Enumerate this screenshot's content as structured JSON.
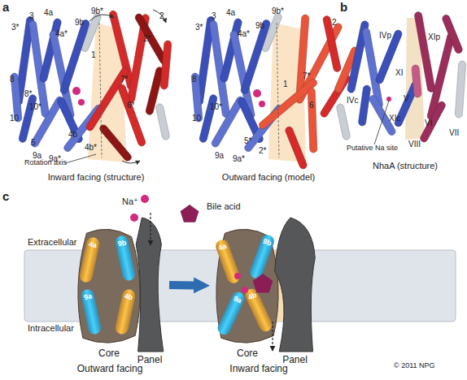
{
  "diagram": {
    "nodes": [
      {
        "text": [
          "Core"
        ]
      },
      {
        "text": [
          "4a"
        ],
        "in": 0
      },
      {
        "text": [
          "9b"
        ],
        "in": 0
      },
      {
        "text": [
          "9a"
        ],
        "in": 0
      },
      {
        "text": [
          "4b"
        ],
        "in": 0
      },
      {
        "text": [
          "Panel"
        ]
      },
      {
        "text": [
          "Core"
        ]
      },
      {
        "text": [
          "4a"
        ],
        "in": 6
      },
      {
        "text": [
          "9b"
        ],
        "in": 6
      },
      {
        "text": [
          "9a"
        ],
        "in": 6
      },
      {
        "text": [
          "4b"
        ],
        "in": 6
      },
      {
        "text": [
          "Panel"
        ]
      }
    ],
    "edges": [
      {
        "from": 5,
        "to": 6,
        "arrow": "to"
      }
    ],
    "labels": [
      "a",
      "b",
      "c",
      "3*",
      "3",
      "4a",
      "4a*",
      "9b",
      "9b*",
      "7*",
      "2",
      "2*",
      "8",
      "8*",
      "10",
      "10*",
      "9a",
      "9a*",
      "5",
      "4b",
      "4b*",
      "6*",
      "1",
      "Rotation axis",
      "Inward facing (structure)",
      "3*",
      "3",
      "4a",
      "4a*",
      "9b",
      "9b*",
      "7*",
      "2",
      "8",
      "1",
      "10",
      "10*",
      "9a",
      "9a*",
      "5*",
      "2*",
      "6",
      "Outward facing (model)",
      "IVp",
      "XIp",
      "XI",
      "IVc",
      "V",
      "XIc",
      "VIII",
      "VII",
      "VI",
      "Putative Na site",
      "NhaA (structure)",
      "Na⁺",
      "Bile acid",
      "Extracellular",
      "Intracellular",
      "Outward facing",
      "Inward facing",
      "© 2011 NPG"
    ]
  }
}
